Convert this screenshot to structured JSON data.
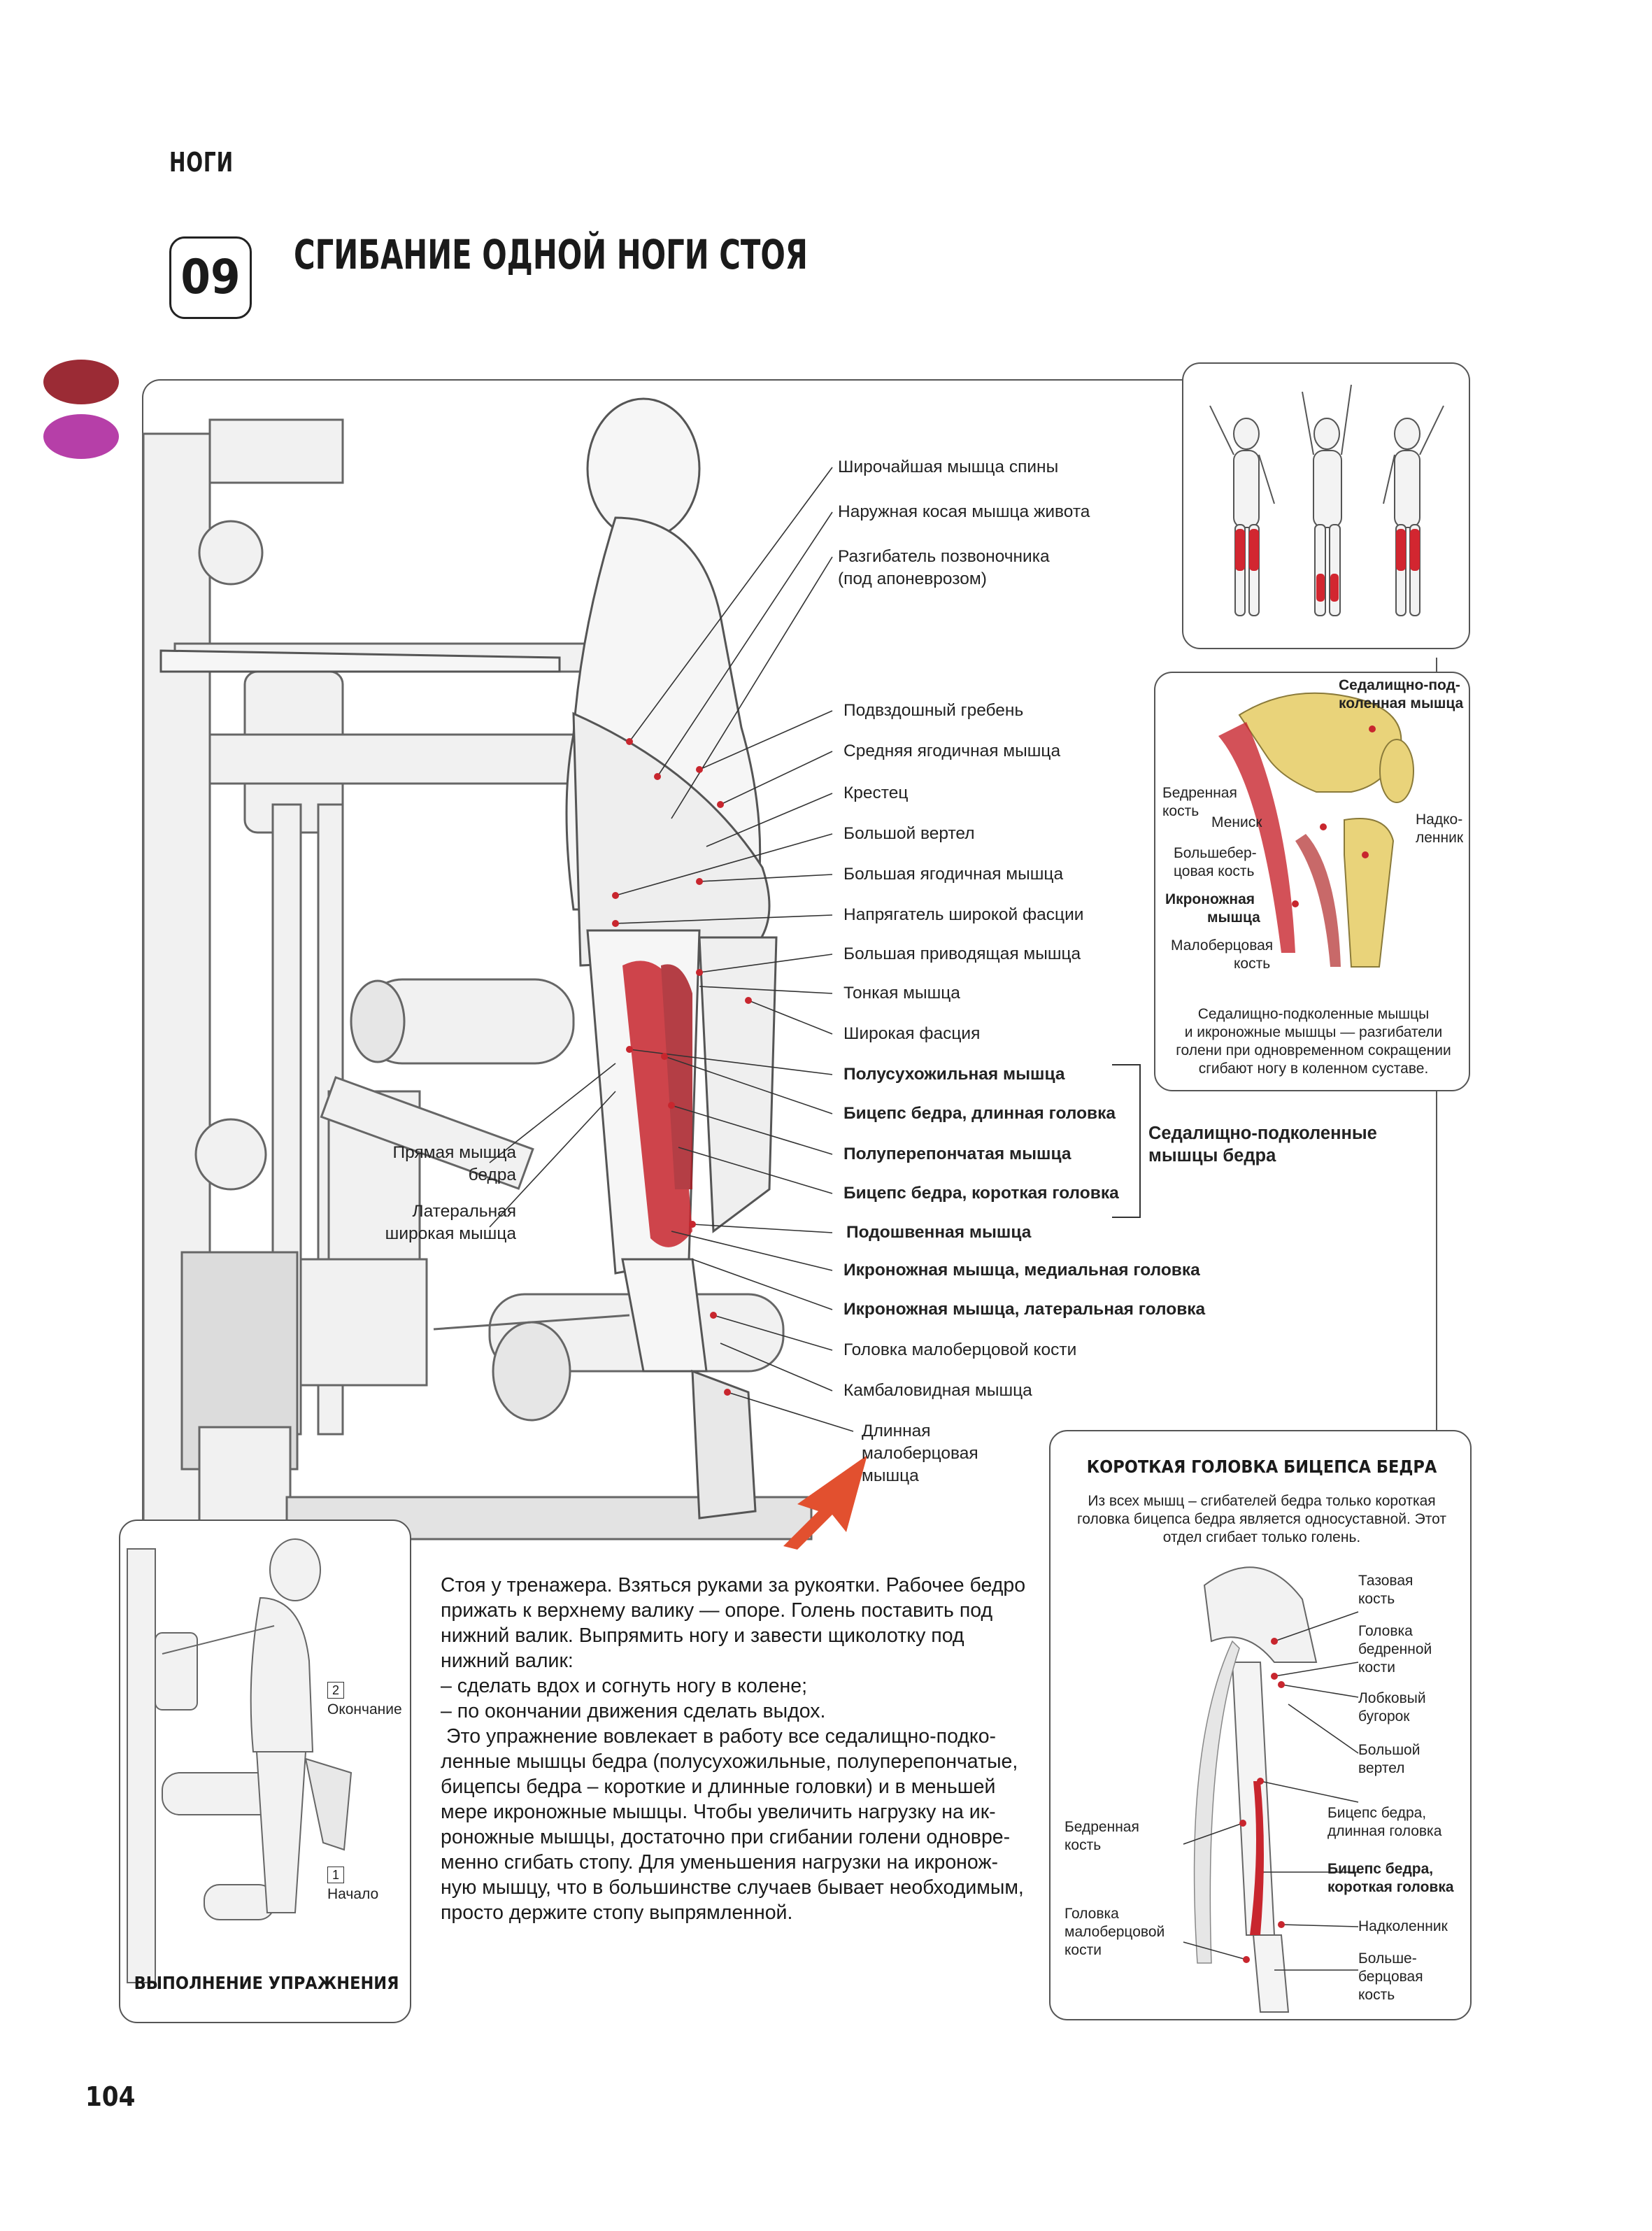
{
  "header": {
    "section": "НОГИ",
    "number": "09",
    "title": "СГИБАНИЕ ОДНОЙ НОГИ СТОЯ"
  },
  "colors": {
    "blob_top": "#9b2b35",
    "blob_bottom": "#b63fa8",
    "muscle_red": "#c8262e",
    "arrow": "#e2502f",
    "bone": "#e9d37a"
  },
  "main_labels": [
    "Широчайшая мышца спины",
    "Наружная косая мышца живота",
    "Разгибатель позвоночника",
    "(под апоневрозом)",
    "Подвздошный гребень",
    "Средняя ягодичная мышца",
    "Крестец",
    "Большой вертел",
    "Большая ягодичная мышца",
    "Напрягатель широкой фасции",
    "Большая приводящая мышца",
    "Тонкая мышца",
    "Широкая фасция",
    "Полусухожильная мышца",
    "Бицепс бедра, длинная головка",
    "Полуперепончатая мышца",
    "Бицепс бедра, короткая головка",
    "Подошвенная мышца",
    "Икроножная мышца, медиальная головка",
    "Икроножная мышца, латеральная головка",
    "Головка малоберцовой кости",
    "Камбаловидная мышца",
    "Длинная",
    "малоберцовая",
    "мышца"
  ],
  "left_labels": [
    "Прямая мышца",
    "бедра",
    "Латеральная",
    "широкая мышца"
  ],
  "group_label": [
    "Седалищно-подколенные",
    "мышцы бедра"
  ],
  "knee_panel": {
    "labels": [
      "Седалищно-под-",
      "коленная мышца",
      "Бедренная",
      "кость",
      "Мениск",
      "Надко-",
      "ленник",
      "Большебер-",
      "цовая кость",
      "Икроножная",
      "мышца",
      "Малоберцовая",
      "кость"
    ],
    "caption": [
      "Седалищно-подколенные мышцы",
      "и икроножные мышцы — разгибатели",
      "голени при одновременном сокращении",
      "сгибают ногу в коленном суставе."
    ]
  },
  "exec_panel": {
    "end": "Окончание",
    "start": "Начало",
    "step_end": "2",
    "step_start": "1",
    "title": "ВЫПОЛНЕНИЕ УПРАЖНЕНИЯ"
  },
  "body_text": [
    "Стоя у тренажера. Взяться руками за рукоятки. Рабочее бедро",
    "прижать к верхнему валику — опоре. Голень поставить под",
    "нижний валик. Выпрямить ногу и завести щиколотку под",
    "нижний валик:",
    "– сделать вдох и согнуть ногу в колене;",
    "– по окончании движения сделать выдох.",
    "Это упражнение вовлекает в работу все седалищно-подко-",
    "ленные мышцы бедра (полусухожильные, полуперепончатые,",
    "бицепсы бедра – короткие и длинные головки) и в меньшей",
    "мере икроножные мышцы. Чтобы увеличить нагрузку на ик-",
    "роножные мышцы, достаточно при сгибании голени одновре-",
    "менно сгибать стопу. Для уменьшения нагрузки на икронож-",
    "ную мышцу, что в большинстве случаев бывает необходимым,",
    "просто держите стопу выпрямленной."
  ],
  "biceps_panel": {
    "title": "КОРОТКАЯ ГОЛОВКА БИЦЕПСА БЕДРА",
    "desc": [
      "Из всех мышц – сгибателей бедра только короткая",
      "головка бицепса бедра является односуставной. Этот",
      "отдел сгибает только голень."
    ],
    "labels": [
      "Тазовая",
      "кость",
      "Головка",
      "бедренной",
      "кости",
      "Лобковый",
      "бугорок",
      "Большой",
      "вертел",
      "Бедренная",
      "кость",
      "Бицепс бедра,",
      "длинная головка",
      "Бицепс бедра,",
      "короткая головка",
      "Головка",
      "малоберцовой",
      "кости",
      "Надколенник",
      "Больше-",
      "берцовая",
      "кость"
    ]
  },
  "page_number": "104"
}
